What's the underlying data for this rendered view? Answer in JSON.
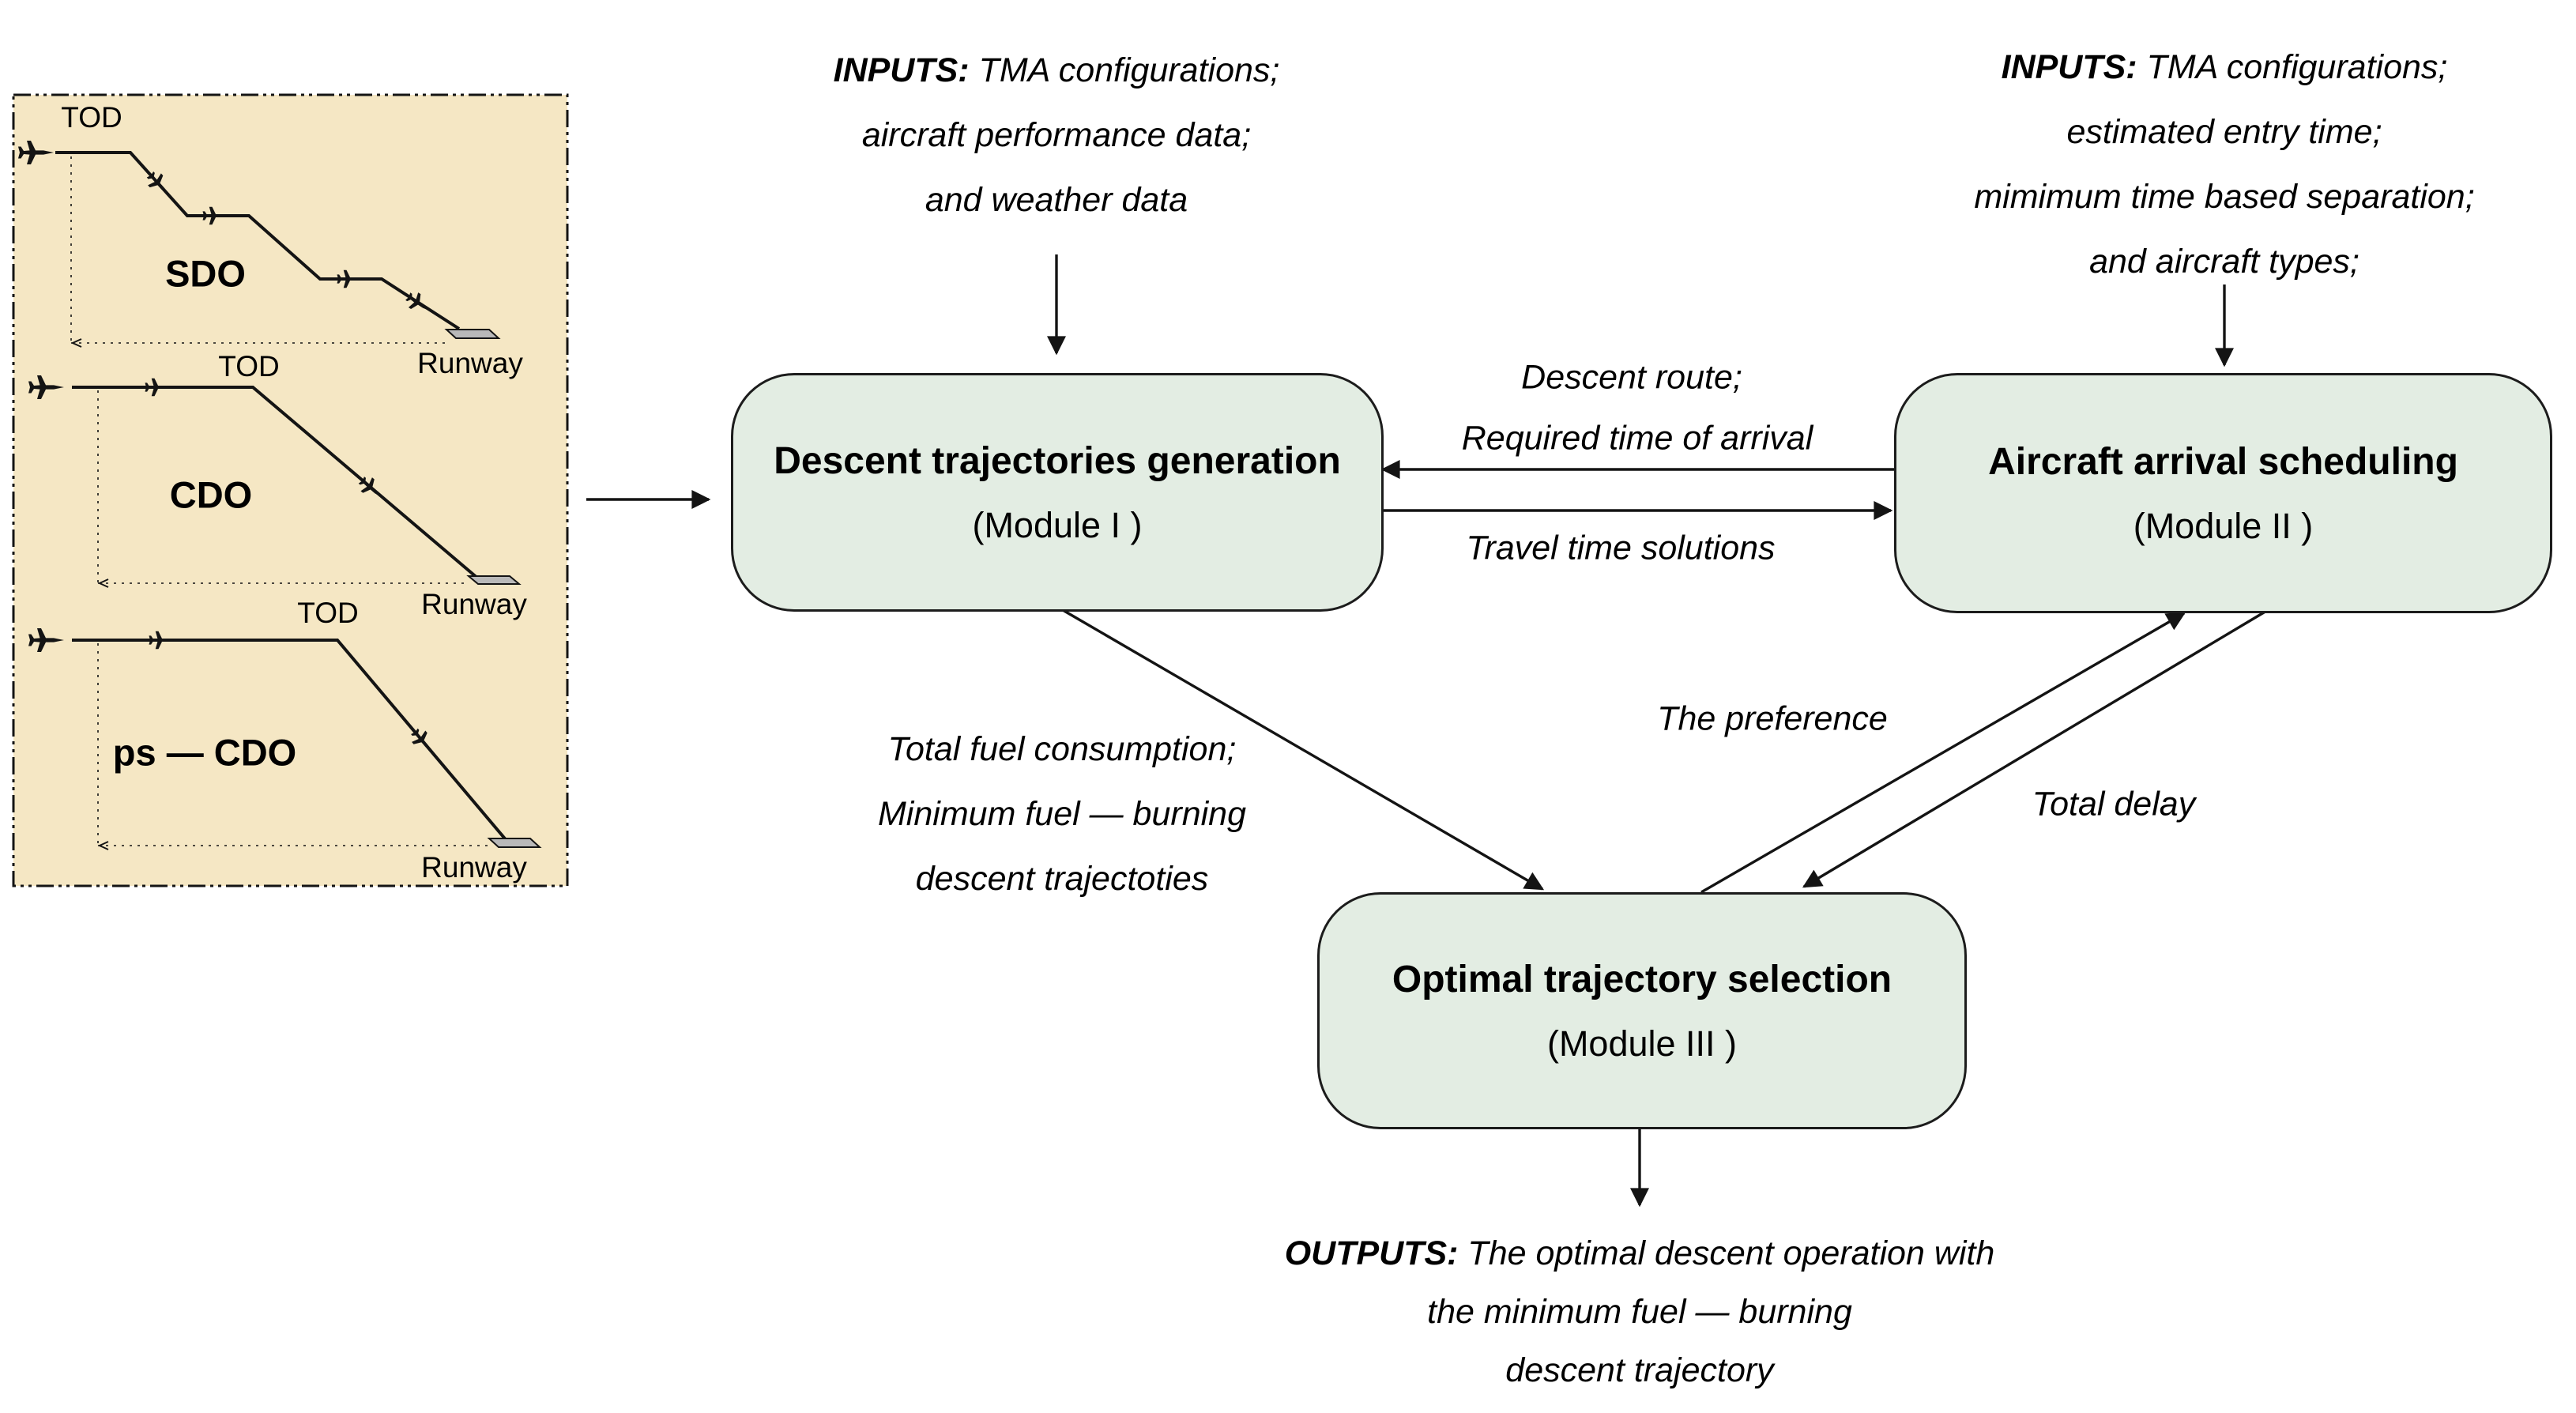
{
  "figure": {
    "panel": {
      "profiles": [
        {
          "name": "SDO",
          "tod": "TOD",
          "runway_label": "Runway"
        },
        {
          "name": "CDO",
          "tod": "TOD",
          "runway_label": "Runway"
        },
        {
          "name": "ps — CDO",
          "tod": "TOD",
          "runway_label": "Runway"
        }
      ]
    },
    "modules": {
      "m1": {
        "title": "Descent trajectories generation",
        "subtitle": "(Module I )"
      },
      "m2": {
        "title": "Aircraft arrival scheduling",
        "subtitle": "(Module II )"
      },
      "m3": {
        "title": "Optimal trajectory selection",
        "subtitle": "(Module III )"
      }
    },
    "inputs_m1": {
      "keyword": "INPUTS:",
      "line1": "TMA configurations;",
      "line2": "aircraft performance data;",
      "line3": "and weather data"
    },
    "inputs_m2": {
      "keyword": "INPUTS:",
      "line1": "TMA configurations;",
      "line2": "estimated entry time;",
      "line3": "mimimum time based separation;",
      "line4": "and aircraft types;"
    },
    "outputs": {
      "keyword": "OUTPUTS:",
      "line1": "The optimal descent operation with",
      "line2": "the minimum fuel — burning",
      "line3": "descent trajectory"
    },
    "edges": {
      "m2_to_m1_line1": "Descent route;",
      "m2_to_m1_line2": "Required time of arrival",
      "m1_to_m2": "Travel time solutions",
      "m1_to_m3_line1": "Total fuel consumption;",
      "m1_to_m3_line2": "Minimum fuel — burning",
      "m1_to_m3_line3": "descent trajectoties",
      "m3_to_m2": "The preference",
      "m2_to_m3": "Total delay"
    },
    "colors": {
      "panel_bg": "#f5e7c4",
      "module_bg": "#e3ede3",
      "line": "#141414"
    }
  }
}
